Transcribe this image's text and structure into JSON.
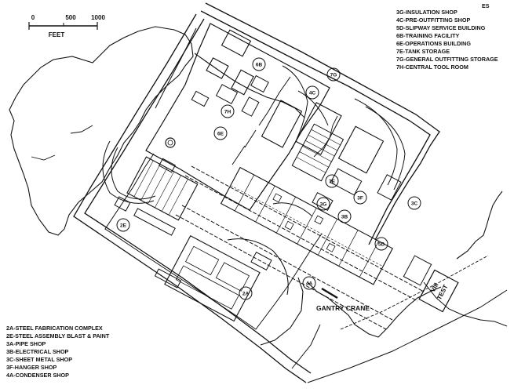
{
  "corner_mark": "ES",
  "scale_bar": {
    "ticks": [
      "0",
      "500",
      "1000"
    ],
    "unit": "FEET"
  },
  "legend_top": [
    "3G-INSULATION SHOP",
    "4C-PRE-OUTFITTING SHOP",
    "5D-SLIPWAY SERVICE BUILDING",
    "6B-TRAINING FACILITY",
    "6E-OPERATIONS BUILDING",
    "7E-TANK STORAGE",
    "7G-GENERAL OUTFITTING STORAGE",
    "7H-CENTRAL TOOL ROOM"
  ],
  "legend_bottom": [
    "2A-STEEL FABRICATION COMPLEX",
    "2E-STEEL ASSEMBLY BLAST & PAINT",
    "3A-PIPE SHOP",
    "3B-ELECTRICAL SHOP",
    "3C-SHEET METAL SHOP",
    "3F-HANGER SHOP",
    "4A-CONDENSER SHOP"
  ],
  "building_codes": {
    "c6b": "6B",
    "c7g": "7G",
    "c4c": "4C",
    "c7h": "7H",
    "c6e": "6E",
    "c7e": "7E",
    "c3f": "3F",
    "c3g": "3G",
    "c3b": "3B",
    "c3c": "3C",
    "c2e": "2E",
    "c5d": "5D",
    "c4a": "4A",
    "c2a": "2A"
  },
  "labels": {
    "gantry_crane": "GANTRY CRANE",
    "viii": "VIII",
    "test": "TEST"
  }
}
